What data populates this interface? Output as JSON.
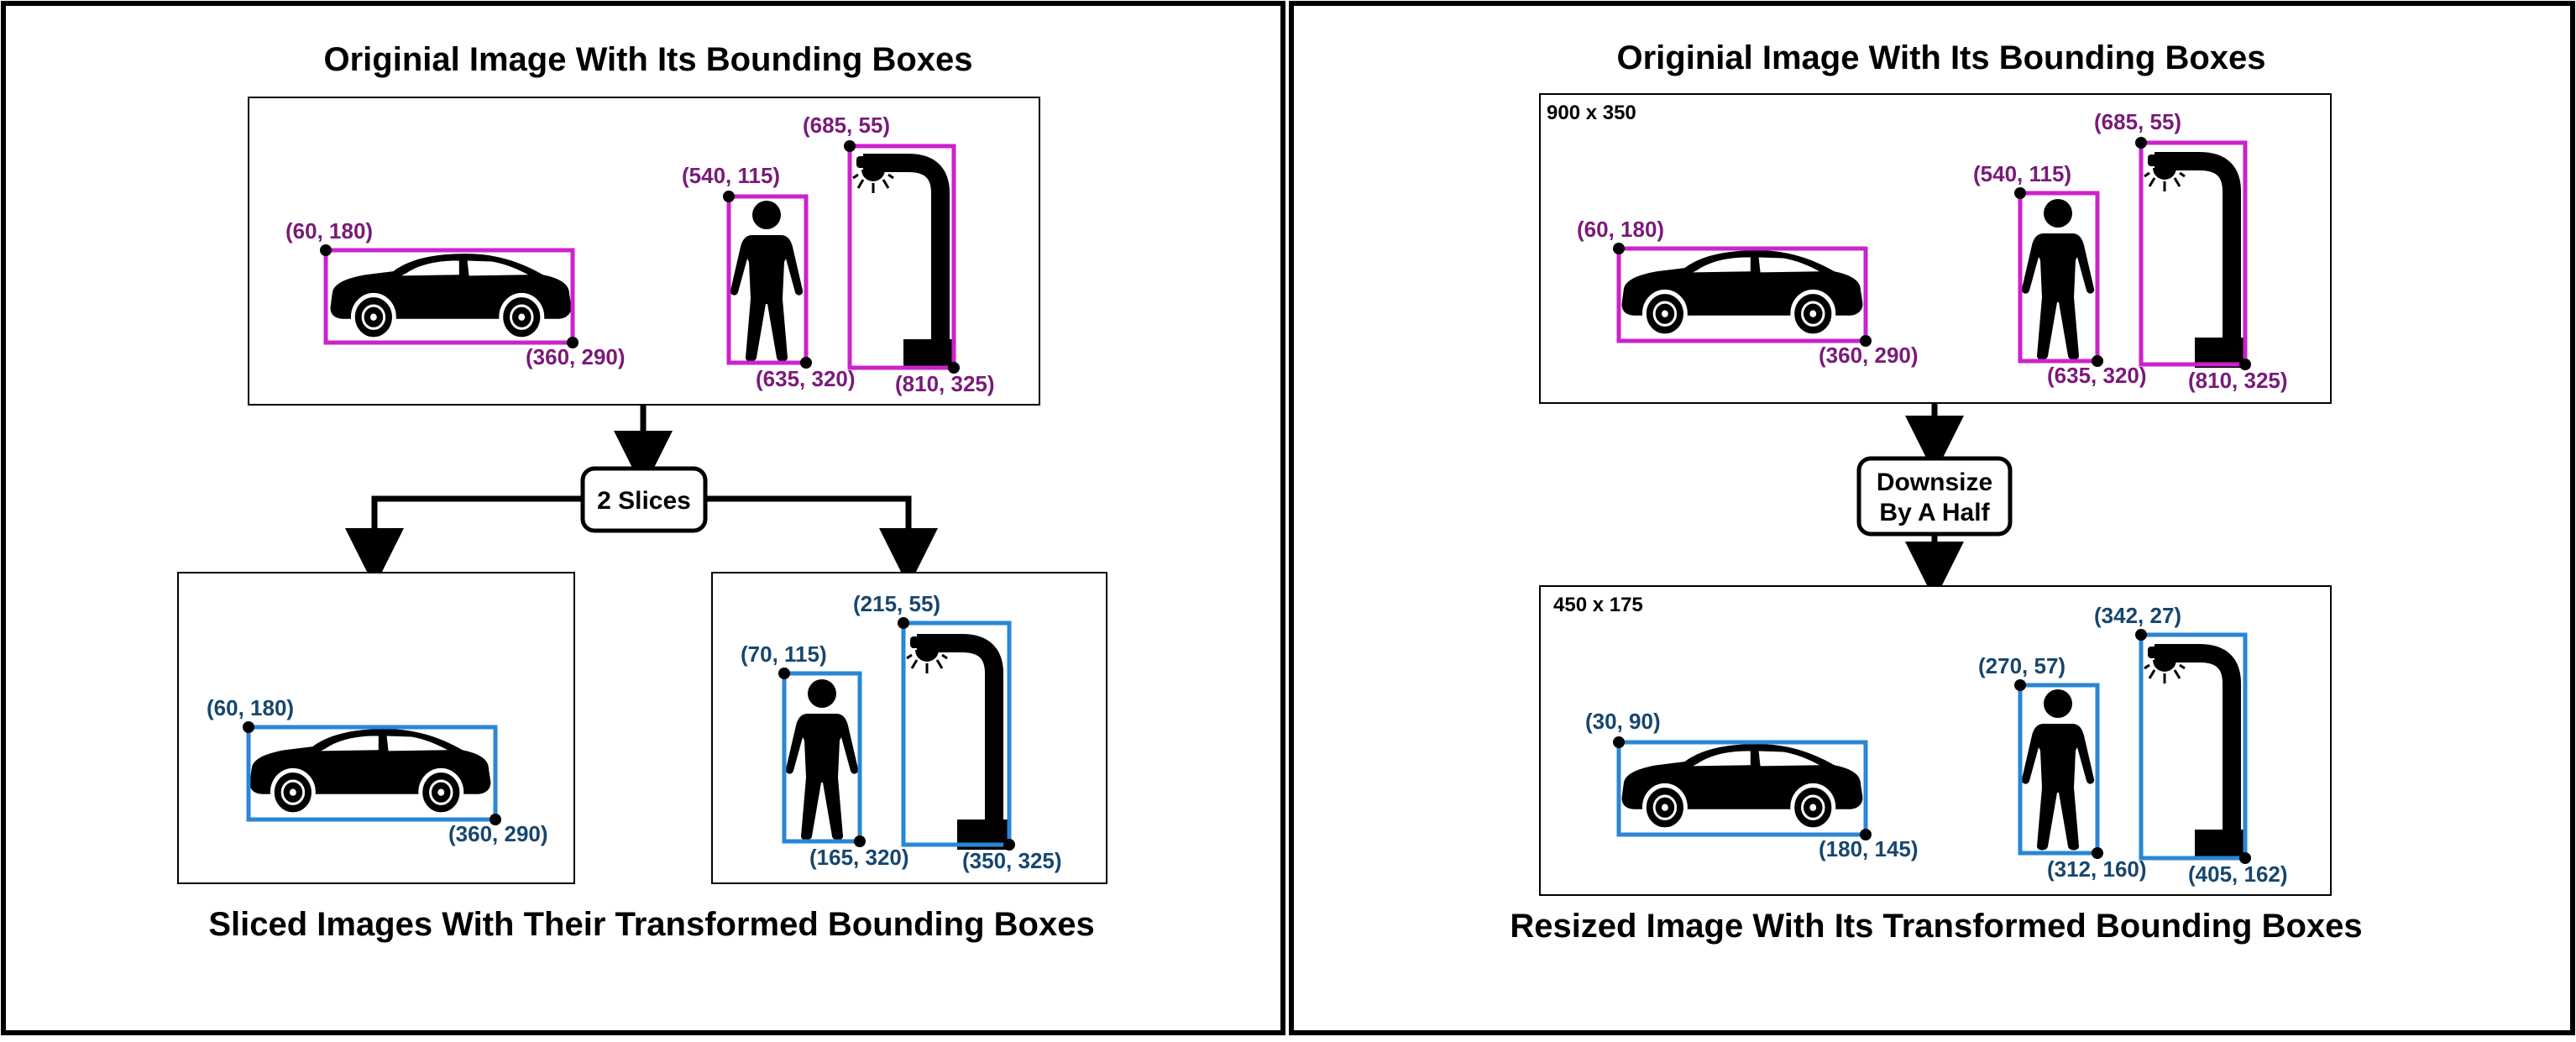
{
  "colors": {
    "original_box": "#cc22cc",
    "original_label": "#7a1a7a",
    "transformed_box": "#2a86d6",
    "transformed_label": "#17466e",
    "ink": "#000000"
  },
  "left_panel": {
    "title": "Originial Image With Its Bounding Boxes",
    "step_label": "2 Slices",
    "caption": "Sliced Images With Their Transformed Bounding Boxes",
    "original": {
      "car_tl": "(60, 180)",
      "car_br": "(360, 290)",
      "person_tl": "(540, 115)",
      "person_br": "(635, 320)",
      "lamp_tl": "(685, 55)",
      "lamp_br": "(810, 325)"
    },
    "slice_1": {
      "car_tl": "(60, 180)",
      "car_br": "(360, 290)"
    },
    "slice_2": {
      "person_tl": "(70, 115)",
      "person_br": "(165, 320)",
      "lamp_tl": "(215, 55)",
      "lamp_br": "(350, 325)"
    }
  },
  "right_panel": {
    "title": "Originial Image With Its Bounding Boxes",
    "original_size": "900 x 350",
    "step_label_line1": "Downsize",
    "step_label_line2": "By A Half",
    "resized_size": "450 x 175",
    "caption": "Resized Image With Its Transformed Bounding Boxes",
    "original": {
      "car_tl": "(60, 180)",
      "car_br": "(360, 290)",
      "person_tl": "(540, 115)",
      "person_br": "(635, 320)",
      "lamp_tl": "(685, 55)",
      "lamp_br": "(810, 325)"
    },
    "resized": {
      "car_tl": "(30, 90)",
      "car_br": "(180, 145)",
      "person_tl": "(270, 57)",
      "person_br": "(312, 160)",
      "lamp_tl": "(342, 27)",
      "lamp_br": "(405, 162)"
    }
  }
}
